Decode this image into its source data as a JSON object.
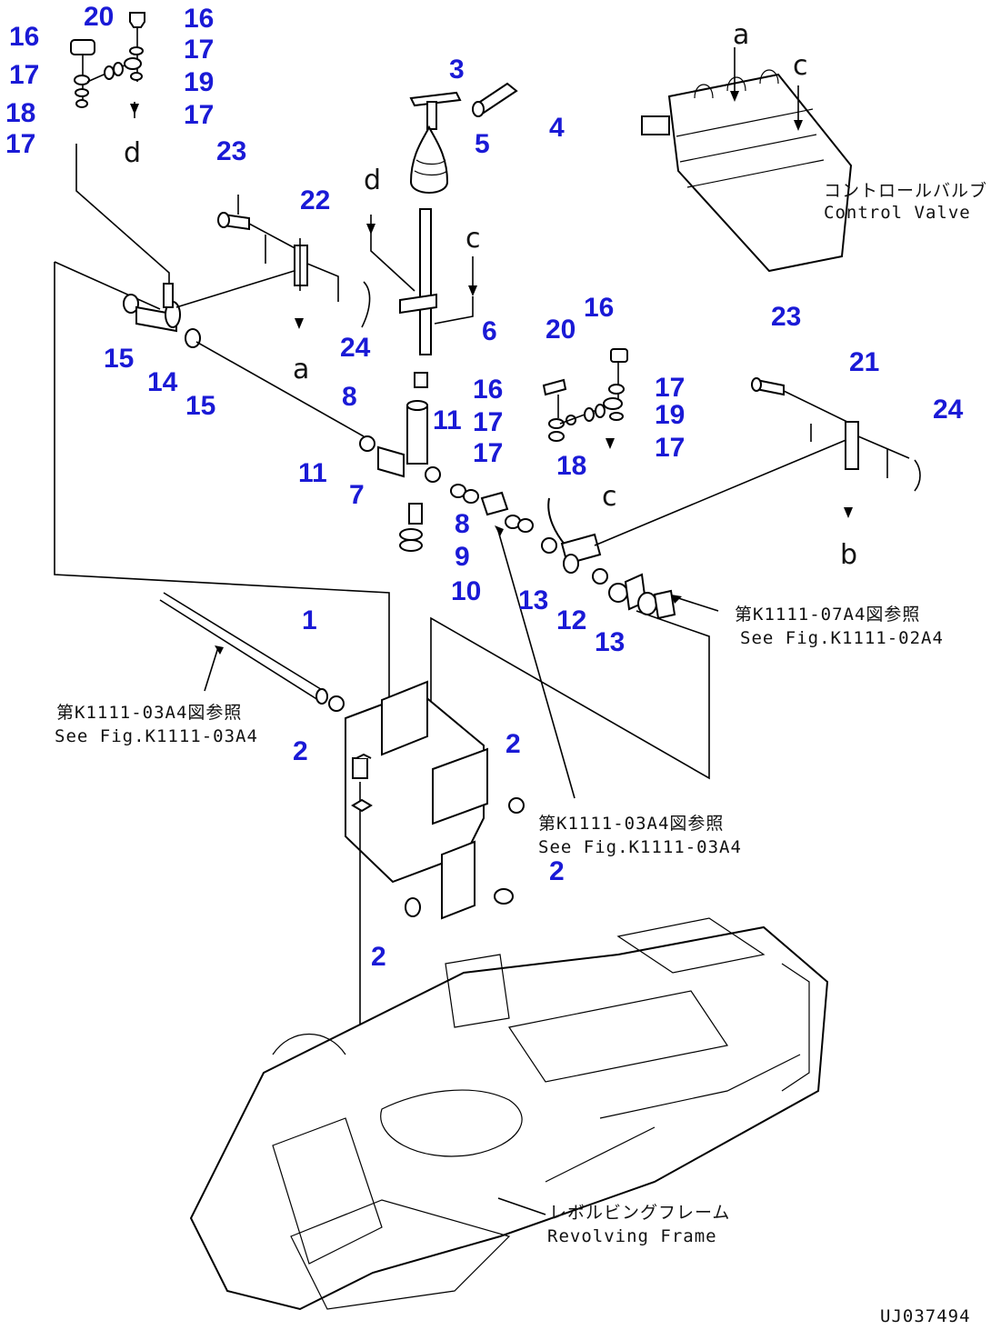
{
  "part_numbers": [
    {
      "id": "p16a",
      "label": "16"
    },
    {
      "id": "p20a",
      "label": "20"
    },
    {
      "id": "p16b",
      "label": "16"
    },
    {
      "id": "p17a",
      "label": "17"
    },
    {
      "id": "p17b",
      "label": "17"
    },
    {
      "id": "p19a",
      "label": "19"
    },
    {
      "id": "p18a",
      "label": "18"
    },
    {
      "id": "p17c",
      "label": "17"
    },
    {
      "id": "p17d",
      "label": "17"
    },
    {
      "id": "p23a",
      "label": "23"
    },
    {
      "id": "p3",
      "label": "3"
    },
    {
      "id": "p4",
      "label": "4"
    },
    {
      "id": "p5",
      "label": "5"
    },
    {
      "id": "p22",
      "label": "22"
    },
    {
      "id": "p6",
      "label": "6"
    },
    {
      "id": "p15a",
      "label": "15"
    },
    {
      "id": "p14",
      "label": "14"
    },
    {
      "id": "p15b",
      "label": "15"
    },
    {
      "id": "p24a",
      "label": "24"
    },
    {
      "id": "p8a",
      "label": "8"
    },
    {
      "id": "p11a",
      "label": "11"
    },
    {
      "id": "p11b",
      "label": "11"
    },
    {
      "id": "p7",
      "label": "7"
    },
    {
      "id": "p20b",
      "label": "20"
    },
    {
      "id": "p16c",
      "label": "16"
    },
    {
      "id": "p16d",
      "label": "16"
    },
    {
      "id": "p17e",
      "label": "17"
    },
    {
      "id": "p17f",
      "label": "17"
    },
    {
      "id": "p19b",
      "label": "19"
    },
    {
      "id": "p17g",
      "label": "17"
    },
    {
      "id": "p17h",
      "label": "17"
    },
    {
      "id": "p18b",
      "label": "18"
    },
    {
      "id": "p23b",
      "label": "23"
    },
    {
      "id": "p21",
      "label": "21"
    },
    {
      "id": "p24b",
      "label": "24"
    },
    {
      "id": "p8b",
      "label": "8"
    },
    {
      "id": "p9",
      "label": "9"
    },
    {
      "id": "p10",
      "label": "10"
    },
    {
      "id": "p13a",
      "label": "13"
    },
    {
      "id": "p12",
      "label": "12"
    },
    {
      "id": "p13b",
      "label": "13"
    },
    {
      "id": "p1",
      "label": "1"
    },
    {
      "id": "p2a",
      "label": "2"
    },
    {
      "id": "p2b",
      "label": "2"
    },
    {
      "id": "p2c",
      "label": "2"
    },
    {
      "id": "p2d",
      "label": "2"
    }
  ],
  "letters": [
    {
      "id": "la1",
      "label": "a"
    },
    {
      "id": "lc1",
      "label": "c"
    },
    {
      "id": "ld1",
      "label": "d"
    },
    {
      "id": "ld2",
      "label": "d"
    },
    {
      "id": "lc2",
      "label": "c"
    },
    {
      "id": "la2",
      "label": "a"
    },
    {
      "id": "lc3",
      "label": "c"
    },
    {
      "id": "lb1",
      "label": "b"
    }
  ],
  "references": {
    "control_valve_jp": "コントロールバルブ",
    "control_valve_en": "Control Valve",
    "fig_ref1_jp": "第K1111-07A4図参照",
    "fig_ref1_en": "See Fig.K1111-02A4",
    "fig_ref2_jp": "第K1111-03A4図参照",
    "fig_ref2_en": "See Fig.K1111-03A4",
    "fig_ref3_jp": "第K1111-03A4図参照",
    "fig_ref3_en": "See Fig.K1111-03A4",
    "revolving_frame_jp": "レボルビングフレーム",
    "revolving_frame_en": "Revolving Frame",
    "drawing_code": "UJ037494"
  },
  "colors": {
    "callout": "#1a1ad6",
    "line": "#000000",
    "background": "#ffffff"
  }
}
